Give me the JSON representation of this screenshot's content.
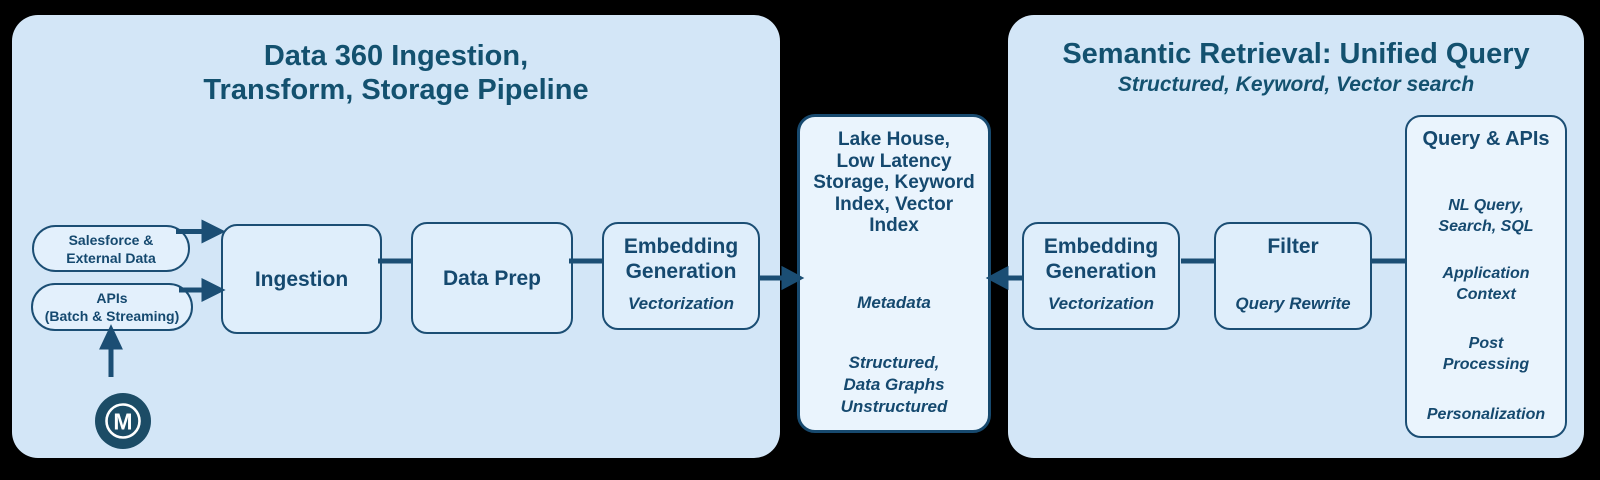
{
  "colors": {
    "background": "#000000",
    "panel_bg": "#d3e6f7",
    "node_bg": "#dfeefb",
    "light_box_bg": "#eaf4fd",
    "stroke": "#1b4e74",
    "text": "#15496f",
    "title_text": "#13516f",
    "logo_bg": "#1c4c66",
    "logo_glyph": "#ffffff"
  },
  "left_panel": {
    "title": "Data 360 Ingestion,\nTransform, Storage Pipeline",
    "sources": [
      {
        "label": "Salesforce &\nExternal Data"
      },
      {
        "label": "APIs\n(Batch & Streaming)"
      }
    ],
    "ingestion": {
      "label": "Ingestion"
    },
    "data_prep": {
      "label": "Data Prep"
    },
    "embedding": {
      "label": "Embedding\nGeneration",
      "sublabel": "Vectorization"
    },
    "logo": {
      "letter": "M"
    }
  },
  "storage_box": {
    "title": "Lake House,\nLow Latency\nStorage, Keyword\nIndex, Vector\nIndex",
    "middle_label": "Metadata",
    "bottom_label": "Structured,\nData Graphs\nUnstructured"
  },
  "right_panel": {
    "title": "Semantic Retrieval: Unified Query",
    "subtitle": "Structured, Keyword, Vector search",
    "embedding": {
      "label": "Embedding\nGeneration",
      "sublabel": "Vectorization"
    },
    "filter": {
      "label": "Filter",
      "sublabel": "Query Rewrite"
    },
    "query_apis": {
      "title": "Query & APIs",
      "items": [
        "NL Query,\nSearch, SQL",
        "Application\nContext",
        "Post\nProcessing",
        "Personalization"
      ]
    }
  }
}
